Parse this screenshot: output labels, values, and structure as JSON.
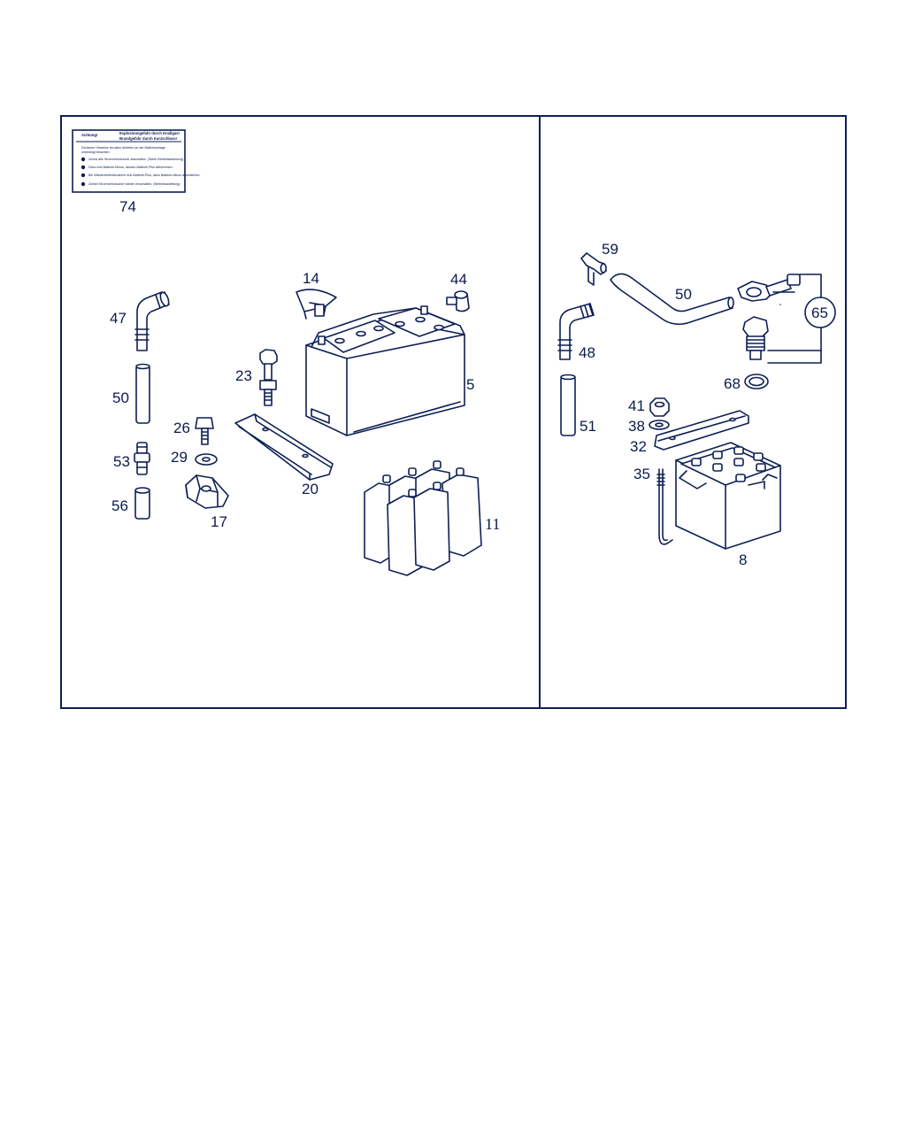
{
  "warning_label": {
    "heading_left": "Achtung!",
    "heading_right_1": "Explosionsgefahr durch Knallgas!",
    "heading_right_2": "Brandgefahr durch Kurzschluss!",
    "intro_1": "Deutsche Hinweise bei allen Arbeiten an der Batterieanlage",
    "intro_2": "unbedingt beachten",
    "items": [
      "Zuerst alle Stromverbraucher abschalten. (Siehe Betriebsanleitung)",
      "Dann erst Batterie-Minus, danach Batterie-Plus abklemmen.",
      "Bei Wiederinbetriebnahme erst Batterie-Plus, dann Batterie-Minus anschließen.",
      "Zuletzt Stromverbraucher wieder einschalten. (Betriebsanleitung)"
    ]
  },
  "callouts": {
    "c74": "74",
    "c14": "14",
    "c44": "44",
    "c47": "47",
    "c23": "23",
    "c5": "5",
    "c50a": "50",
    "c26": "26",
    "c29": "29",
    "c53": "53",
    "c20": "20",
    "c56": "56",
    "c17": "17",
    "c11": "11",
    "c59": "59",
    "c50b": "50",
    "c65": "65",
    "c48": "48",
    "c68": "68",
    "c41": "41",
    "c51": "51",
    "c38": "38",
    "c32": "32",
    "c35": "35",
    "c8": "8"
  },
  "colors": {
    "ink": "#0d1f55",
    "background": "#ffffff"
  }
}
